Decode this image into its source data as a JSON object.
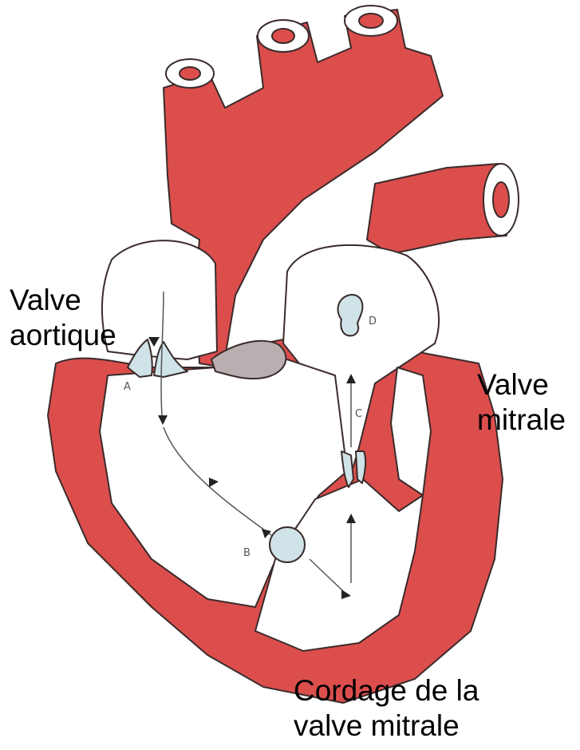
{
  "labels": {
    "aortic_valve": [
      "Valve",
      "aortique"
    ],
    "mitral_valve": [
      "Valve",
      "mitrale"
    ],
    "chordae": [
      "Cordage de la",
      "valve mitrale"
    ],
    "markers": [
      "A",
      "B",
      "C",
      "D"
    ]
  },
  "colors": {
    "muscle": "#dc4e4c",
    "outline": "#3a2b2b",
    "valve": "#cfe3e8",
    "septum_patch": "#b9aeb0",
    "background": "#ffffff"
  }
}
